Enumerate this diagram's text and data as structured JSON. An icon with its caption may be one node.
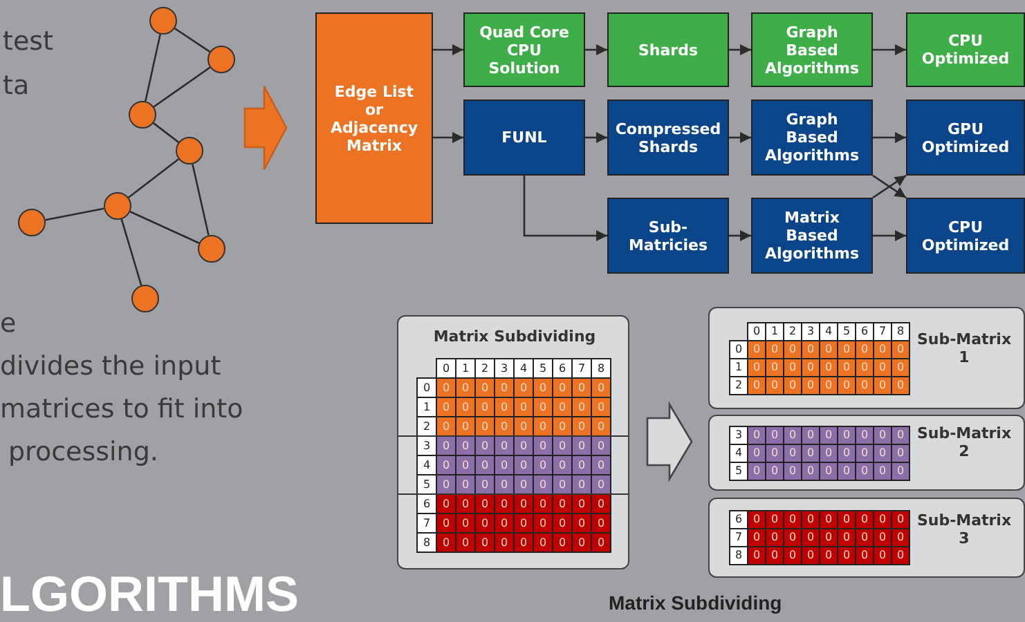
{
  "diagram": {
    "caption": "Matrix Subdividing",
    "nodes": [
      {
        "text": [],
        "shape": "circle"
      },
      {
        "text": [],
        "shape": "circle"
      },
      {
        "text": [],
        "shape": "circle"
      },
      {
        "text": [],
        "shape": "circle"
      },
      {
        "text": [],
        "shape": "circle"
      },
      {
        "text": [],
        "shape": "circle"
      },
      {
        "text": [],
        "shape": "circle"
      },
      {
        "text": [],
        "shape": "circle"
      },
      {
        "text": [
          "Edge List or Adjacency Matrix"
        ]
      },
      {
        "text": [
          "Quad Core CPU Solution"
        ]
      },
      {
        "text": [
          "Shards"
        ]
      },
      {
        "text": [
          "Graph Based Algorithms"
        ]
      },
      {
        "text": [
          "CPU Optimized"
        ]
      },
      {
        "text": [
          "FUNL"
        ]
      },
      {
        "text": [
          "Compressed Shards"
        ]
      },
      {
        "text": [
          "Graph Based Algorithms"
        ]
      },
      {
        "text": [
          "GPU Optimized"
        ]
      },
      {
        "text": [
          "Sub- Matricies"
        ]
      },
      {
        "text": [
          "Matrix Based Algorithms"
        ]
      },
      {
        "text": [
          "CPU Optimized"
        ]
      },
      {
        "text": [
          "Matrix Subdividing"
        ]
      },
      {
        "text": [
          "Sub-Matrix 1"
        ]
      },
      {
        "text": [
          "Sub-Matrix 2"
        ]
      },
      {
        "text": [
          "Sub-Matrix 3"
        ]
      }
    ],
    "edges": [
      {
        "from": 0,
        "to": 1,
        "arrow": "none"
      },
      {
        "from": 0,
        "to": 2,
        "arrow": "none"
      },
      {
        "from": 1,
        "to": 2,
        "arrow": "none"
      },
      {
        "from": 2,
        "to": 3,
        "arrow": "none"
      },
      {
        "from": 3,
        "to": 4,
        "arrow": "none"
      },
      {
        "from": 3,
        "to": 6,
        "arrow": "none"
      },
      {
        "from": 4,
        "to": 5,
        "arrow": "none"
      },
      {
        "from": 4,
        "to": 6,
        "arrow": "none"
      },
      {
        "from": 4,
        "to": 7,
        "arrow": "none"
      },
      {
        "from": null,
        "to": 8,
        "arrow": "to"
      },
      {
        "from": 8,
        "to": 9,
        "arrow": "to"
      },
      {
        "from": 8,
        "to": 13,
        "arrow": "to"
      },
      {
        "from": 9,
        "to": 10,
        "arrow": "to"
      },
      {
        "from": 10,
        "to": 11,
        "arrow": "to"
      },
      {
        "from": 11,
        "to": 12,
        "arrow": "to"
      },
      {
        "from": 13,
        "to": 14,
        "arrow": "to"
      },
      {
        "from": 14,
        "to": 15,
        "arrow": "to"
      },
      {
        "from": 15,
        "to": 16,
        "arrow": "to"
      },
      {
        "from": 15,
        "to": 19,
        "arrow": "to"
      },
      {
        "from": 13,
        "to": 17,
        "arrow": "to"
      },
      {
        "from": 17,
        "to": 18,
        "arrow": "to"
      },
      {
        "from": 18,
        "to": 19,
        "arrow": "to"
      },
      {
        "from": 18,
        "to": 16,
        "arrow": "to"
      },
      {
        "from": 20,
        "to": 22,
        "arrow": "to"
      }
    ],
    "labels": [
      "test",
      "ta",
      "e",
      "divides the input",
      "matrices to fit into",
      "processing.",
      "0",
      "1",
      "2",
      "3",
      "4",
      "5",
      "6",
      "7",
      "8",
      "0",
      "0",
      "0",
      "0",
      "0",
      "0",
      "0",
      "0",
      "0",
      "0",
      "1",
      "0",
      "0",
      "0",
      "0",
      "0",
      "0",
      "0",
      "0",
      "0",
      "2",
      "0",
      "0",
      "0",
      "0",
      "0",
      "0",
      "0",
      "0",
      "0",
      "3",
      "0",
      "0",
      "0",
      "0",
      "0",
      "0",
      "0",
      "0",
      "0",
      "4",
      "0",
      "0",
      "0",
      "0",
      "0",
      "0",
      "0",
      "0",
      "0",
      "5",
      "0",
      "0",
      "0",
      "0",
      "0",
      "0",
      "0",
      "0",
      "0",
      "6",
      "0",
      "0",
      "0",
      "0",
      "0",
      "0",
      "0",
      "0",
      "0",
      "7",
      "0",
      "0",
      "0",
      "0",
      "0",
      "0",
      "0",
      "0",
      "0",
      "8",
      "0",
      "0",
      "0",
      "0",
      "0",
      "0",
      "0",
      "0",
      "0",
      "0",
      "1",
      "2",
      "3",
      "4",
      "5",
      "6",
      "7",
      "8",
      "0",
      "0",
      "0",
      "0",
      "0",
      "0",
      "0",
      "0",
      "0",
      "0",
      "1",
      "0",
      "0",
      "0",
      "0",
      "0",
      "0",
      "0",
      "0",
      "0",
      "2",
      "0",
      "0",
      "0",
      "0",
      "0",
      "0",
      "0",
      "0",
      "0",
      "3",
      "0",
      "0",
      "0",
      "0",
      "0",
      "0",
      "0",
      "0",
      "0",
      "4",
      "0",
      "0",
      "0",
      "0",
      "0",
      "0",
      "0",
      "0",
      "0",
      "5",
      "0",
      "0",
      "0",
      "0",
      "0",
      "0",
      "0",
      "0",
      "0",
      "6",
      "0",
      "0",
      "0",
      "0",
      "0",
      "0",
      "0",
      "0",
      "0",
      "7",
      "0",
      "0",
      "0",
      "0",
      "0",
      "0",
      "0",
      "0",
      "0",
      "8",
      "0",
      "0",
      "0",
      "0",
      "0",
      "0",
      "0",
      "0",
      "0",
      "LGORITHMS"
    ]
  }
}
